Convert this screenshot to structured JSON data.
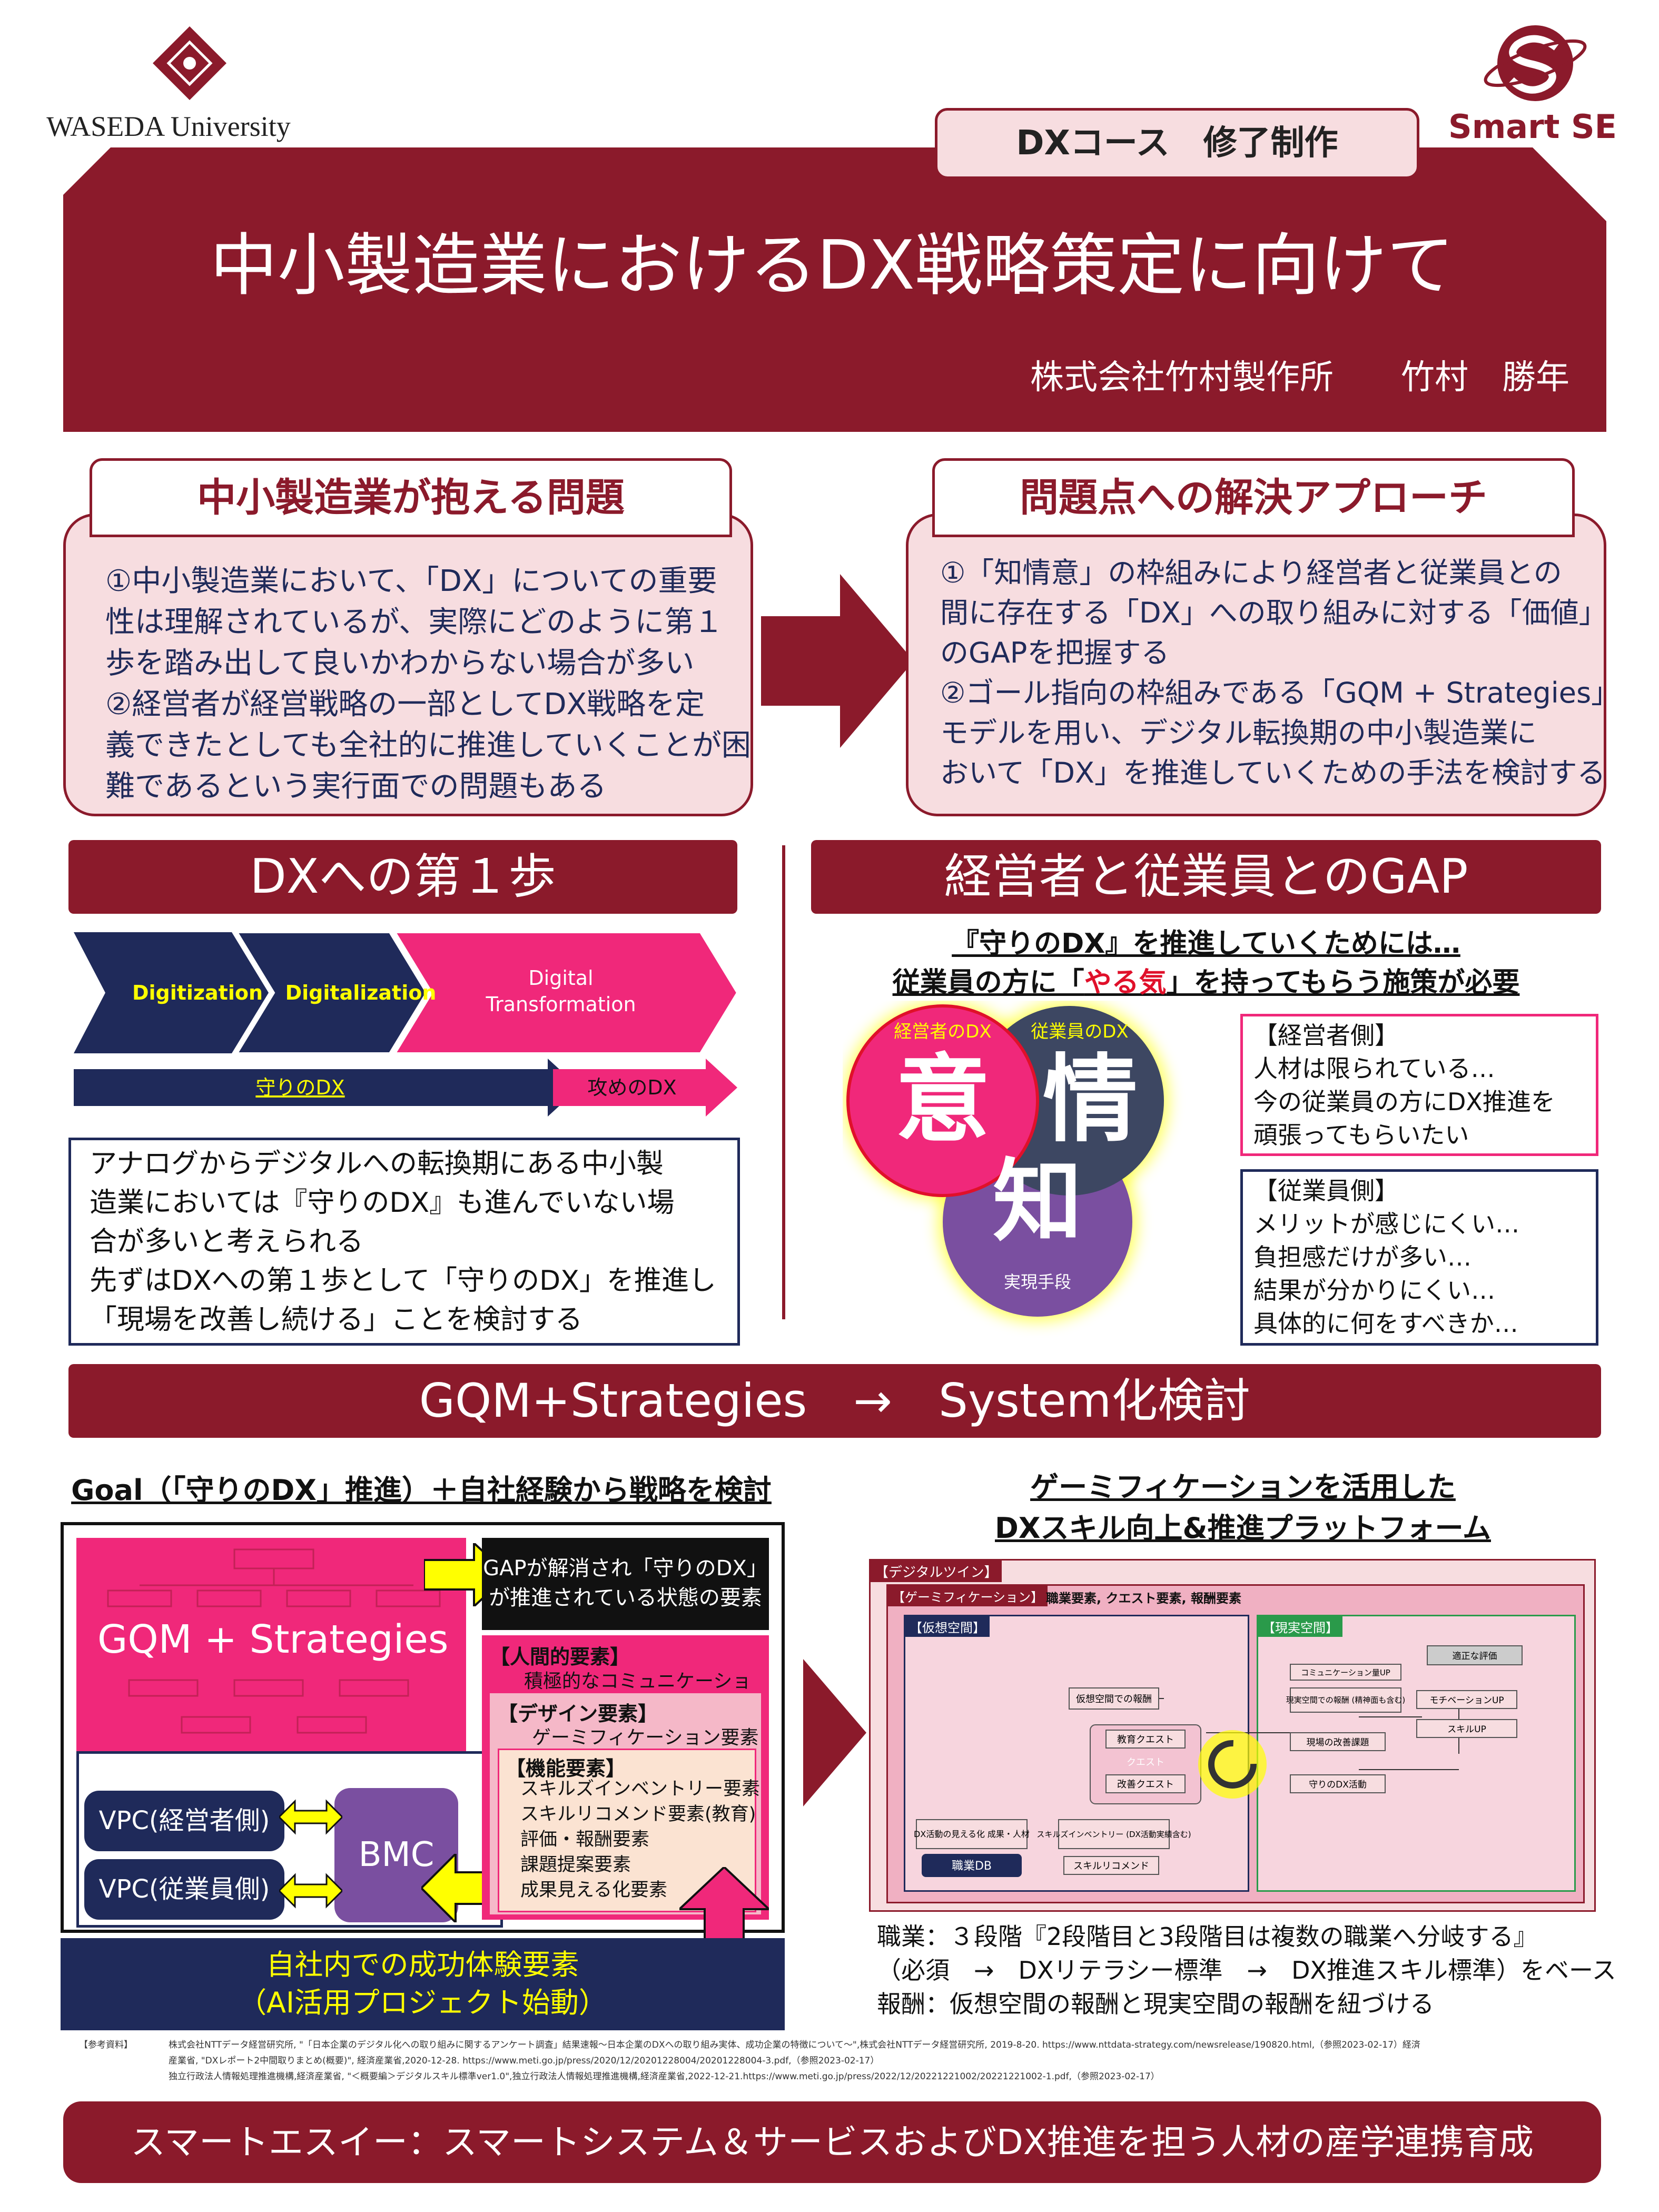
{
  "header": {
    "left_logo_text": "WASEDA University",
    "right_logo_text": "Smart SE",
    "course_tag": "DXコース　修了制作",
    "title": "中小製造業におけるDX戦略策定に向けて",
    "author": "株式会社竹村製作所　　竹村　勝年"
  },
  "problem": {
    "heading": "中小製造業が抱える問題",
    "lines": [
      "①中小製造業において、「DX」についての重要",
      "性は理解されているが、実際にどのように第１",
      "歩を踏み出して良いかわからない場合が多い",
      "②経営者が経営戦略の一部としてDX戦略を定",
      "義できたとしても全社的に推進していくことが困",
      "難であるという実行面での問題もある"
    ]
  },
  "approach": {
    "heading": "問題点への解決アプローチ",
    "lines": [
      "①「知情意」の枠組みにより経営者と従業員との",
      "間に存在する「DX」への取り組みに対する「価値」",
      "のGAPを把握する",
      "②ゴール指向の枠組みである「GQM + Strategies」",
      "モデルを用い、デジタル転換期の中小製造業に",
      "おいて「DX」を推進していくための手法を検討する"
    ]
  },
  "first_step": {
    "heading": "DXへの第１歩",
    "chevrons": [
      "Digitization",
      "Digitalization",
      "Digital",
      "Transformation"
    ],
    "defense_label": "守りのDX",
    "offense_label": "攻めのDX",
    "lines": [
      "アナログからデジタルへの転換期にある中小製",
      "造業においては『守りのDX』も進んでいない場",
      "合が多いと考えられる",
      "先ずはDXへの第１歩として「守りのDX」を推進し",
      "「現場を改善し続ける」ことを検討する"
    ]
  },
  "gap": {
    "heading": "経営者と従業員とのGAP",
    "sub_line1": "『守りのDX』を推進していくためには…",
    "sub_line2_pre": "従業員の方に「",
    "sub_line2_em": "やる気",
    "sub_line2_post": "」を持ってもらう施策が必要",
    "circle_i_label": "経営者のDX",
    "circle_i_char": "意",
    "circle_jo_label": "従業員のDX",
    "circle_jo_char": "情",
    "circle_chi_char": "知",
    "circle_chi_label": "実現手段",
    "manager_box": [
      "【経営者側】",
      "人材は限られている…",
      "今の従業員の方にDX推進を",
      "頑張ってもらいたい"
    ],
    "employee_box": [
      "【従業員側】",
      "メリットが感じにくい…",
      "負担感だけが多い…",
      "結果が分かりにくい…",
      "具体的に何をすべきか…"
    ]
  },
  "gqm": {
    "heading": "GQM+Strategies　→　System化検討",
    "left_title": "Goal（「守りのDX」推進）＋自社経験から戦略を検討",
    "gqm_label": "GQM + Strategies",
    "goal_state": [
      "GAPが解消され「守りのDX」",
      "が推進されている状態の要素"
    ],
    "human_heading": "【人間的要素】",
    "human_item": "積極的なコミュニケーション",
    "design_heading": "【デザイン要素】",
    "design_item": "ゲーミフィケーション要素",
    "function_heading": "【機能要素】",
    "function_items": [
      "スキルズインベントリー要素",
      "スキルリコメンド要素(教育)",
      "評価・報酬要素",
      "課題提案要素",
      "成果見える化要素"
    ],
    "vpc_manager": "VPC(経営者側)",
    "vpc_employee": "VPC(従業員側)",
    "bmc": "BMC",
    "success_lines": [
      "自社内での成功体験要素",
      "（AI活用プロジェクト始動）"
    ],
    "right_title_line1": "ゲーミフィケーションを活用した",
    "right_title_line2": "DXスキル向上&推進プラットフォーム",
    "twin": {
      "label": "【デジタルツイン】",
      "gami_label": "【ゲーミフィケーション】",
      "gami_caption": "職業要素, クエスト要素, 報酬要素",
      "virtual_label": "【仮想空間】",
      "real_label": "【現実空間】",
      "v_items": [
        "仮想空間での報酬",
        "教育クエスト",
        "クエスト",
        "改善クエスト",
        "DX活動の見える化\n成果・人材",
        "スキルズインベントリー\n(DX活動実績含む)",
        "スキルリコメンド",
        "職業DB"
      ],
      "r_items": [
        "適正な評価",
        "コミュニケーション量UP",
        "現実空間での報酬\n(精神面も含む)",
        "モチベーションUP",
        "スキルUP",
        "現場の改善課題",
        "守りのDX活動"
      ]
    },
    "notes": [
      "職業：３段階『2段階目と3段階目は複数の職業へ分岐する』",
      "（必須　→　DXリテラシー標準　→　DX推進スキル標準）をベース",
      "報酬：仮想空間の報酬と現実空間の報酬を紐づける"
    ]
  },
  "references": {
    "label": "【参考資料】",
    "lines": [
      "株式会社NTTデータ経営研究所, \"「日本企業のデジタル化への取り組みに関するアンケート調査」結果速報〜日本企業のDXへの取り組み実体、成功企業の特徴について〜\",株式会社NTTデータ経営研究所, 2019-8-20. https://www.nttdata-strategy.com/newsrelease/190820.html,（参照2023-02-17）経済",
      "産業省, \"DXレポート2中間取りまとめ(概要)\", 経済産業省,2020-12-28. https://www.meti.go.jp/press/2020/12/20201228004/20201228004-3.pdf,（参照2023-02-17）",
      "独立行政法人情報処理推進機構,経済産業省, \"＜概要編＞デジタルスキル標準ver1.0\",独立行政法人情報処理推進機構,経済産業省,2022-12-21.https://www.meti.go.jp/press/2022/12/20221221002/20221221002-1.pdf,（参照2023-02-17）"
    ]
  },
  "footer": "スマートエスイー：スマートシステム＆サービスおよびDX推進を担う人材の産学連携育成",
  "colors": {
    "maroon": "#8b1a2b",
    "navy": "#1f2a5a",
    "pink": "#f0287a",
    "yellow": "#ffff00",
    "purple": "#7a4fa0",
    "slate": "#3d4762"
  }
}
